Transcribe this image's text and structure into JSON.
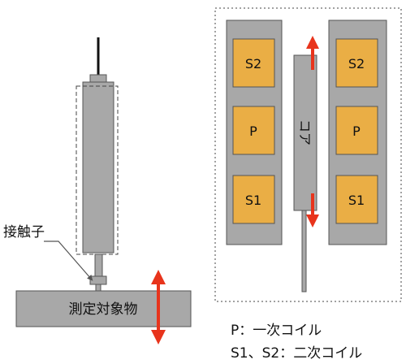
{
  "labels": {
    "measured_object": "測定対象物",
    "contact_tip": "接触子",
    "core": "コア",
    "coil_p": "P",
    "coil_s1": "S1",
    "coil_s2": "S2"
  },
  "legend": {
    "primary": "P：一次コイル",
    "secondary": "S1、S2：二次コイル"
  },
  "colors": {
    "body_gray": "#a8a8a8",
    "coil_orange": "#eaae45",
    "arrow_red": "#e8341c",
    "outline": "#555555"
  }
}
